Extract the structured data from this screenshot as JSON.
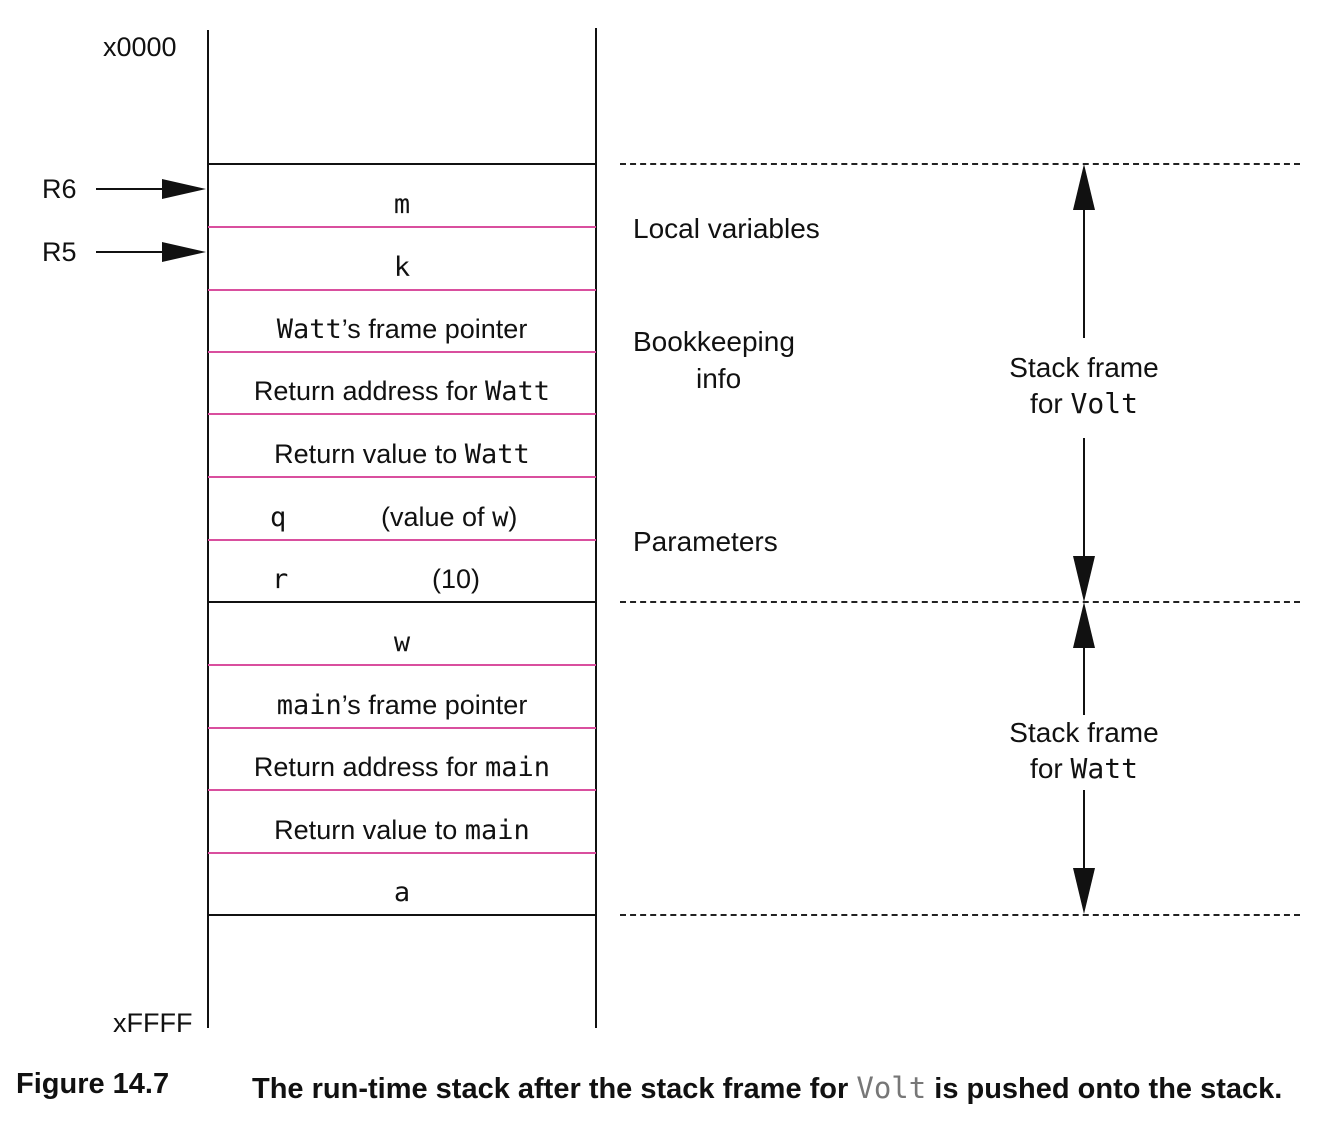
{
  "addresses": {
    "top": "x0000",
    "bottom": "xFFFF"
  },
  "registers": {
    "r6": "R6",
    "r5": "R5"
  },
  "cells": {
    "m": "m",
    "k": "k",
    "watt_fp": {
      "code": "Watt",
      "text": "’s frame pointer"
    },
    "ret_addr_watt": {
      "text": "Return address for ",
      "code": "Watt"
    },
    "ret_val_watt": {
      "text": "Return value to ",
      "code": "Watt"
    },
    "q": {
      "name": "q",
      "value_text": "(value of ",
      "value_code": "w",
      "value_close": ")"
    },
    "r": {
      "name": "r",
      "value": "(10)"
    },
    "w": "w",
    "main_fp": {
      "code": "main",
      "text": "’s frame pointer"
    },
    "ret_addr_main": {
      "text": "Return address for ",
      "code": "main"
    },
    "ret_val_main": {
      "text": "Return value to ",
      "code": "main"
    },
    "a": "a"
  },
  "side_labels": {
    "local_variables": "Local variables",
    "bookkeeping_1": "Bookkeeping",
    "bookkeeping_2": "info",
    "parameters": "Parameters"
  },
  "frames": {
    "volt": {
      "line1": "Stack frame",
      "prefix": "for ",
      "code": "Volt"
    },
    "watt": {
      "line1": "Stack frame",
      "prefix": "for ",
      "code": "Watt"
    }
  },
  "caption": {
    "figure": "Figure 14.7",
    "text_before": "The run-time stack after the stack frame for ",
    "code": "Volt",
    "text_after": " is pushed onto the stack."
  }
}
